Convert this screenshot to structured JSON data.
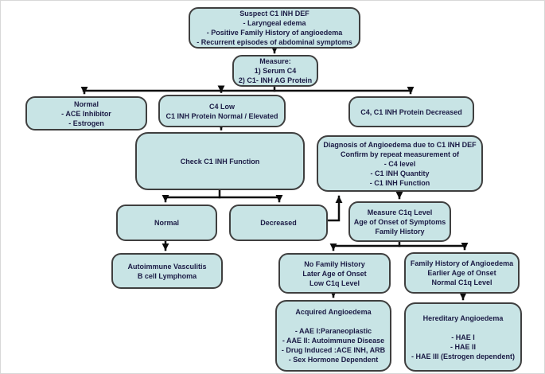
{
  "diagram": {
    "colors": {
      "background": "#ffffff",
      "box_fill": "#c8e4e5",
      "box_border": "#3f3f3f",
      "text": "#1b1b45",
      "arrow": "#0d0d0d"
    },
    "nodes": {
      "suspect": {
        "lines": [
          "Suspect C1 INH DEF",
          "-  Laryngeal edema",
          "-  Positive Family History of angioedema",
          "-  Recurrent episodes of abdominal symptoms"
        ]
      },
      "measure": {
        "lines": [
          "Measure:",
          "1) Serum C4",
          "2) C1- INH AG Protein"
        ]
      },
      "normal_ace": {
        "lines": [
          "Normal",
          "- ACE Inhibitor",
          "-  Estrogen"
        ]
      },
      "c4_low": {
        "lines": [
          "C4 Low",
          "C1 INH Protein Normal / Elevated"
        ]
      },
      "c4_c1_decreased": {
        "lines": [
          "C4, C1 INH Protein Decreased"
        ]
      },
      "check_function": {
        "lines": [
          "Check C1 INH Function"
        ]
      },
      "diagnosis": {
        "lines": [
          "Diagnosis of Angioedema due to C1 INH DEF",
          "Confirm by repeat measurement of",
          "- C4 level",
          "- C1 INH Quantity",
          "- C1 INH Function"
        ]
      },
      "function_normal": {
        "lines": [
          "Normal"
        ]
      },
      "function_decreased": {
        "lines": [
          "Decreased"
        ]
      },
      "measure_c1q": {
        "lines": [
          "Measure C1q Level",
          "Age of Onset of Symptoms",
          "Family History"
        ]
      },
      "autoimmune": {
        "lines": [
          "Autoimmune Vasculitis",
          "B cell Lymphoma"
        ]
      },
      "no_family": {
        "lines": [
          "No Family History",
          "Later Age of Onset",
          "Low C1q Level"
        ]
      },
      "family_history": {
        "lines": [
          "Family History of Angioedema",
          "Earlier Age of Onset",
          "Normal C1q Level"
        ]
      },
      "acquired": {
        "lines": [
          "Acquired Angioedema",
          "",
          "- AAE I:Paraneoplastic",
          "- AAE II: Autoimmune Disease",
          "- Drug Induced :ACE INH, ARB",
          "- Sex Hormone Dependent"
        ]
      },
      "hereditary": {
        "lines": [
          "Hereditary Angioedema",
          "",
          "- HAE I",
          "- HAE II",
          "- HAE III (Estrogen dependent)"
        ]
      }
    }
  }
}
